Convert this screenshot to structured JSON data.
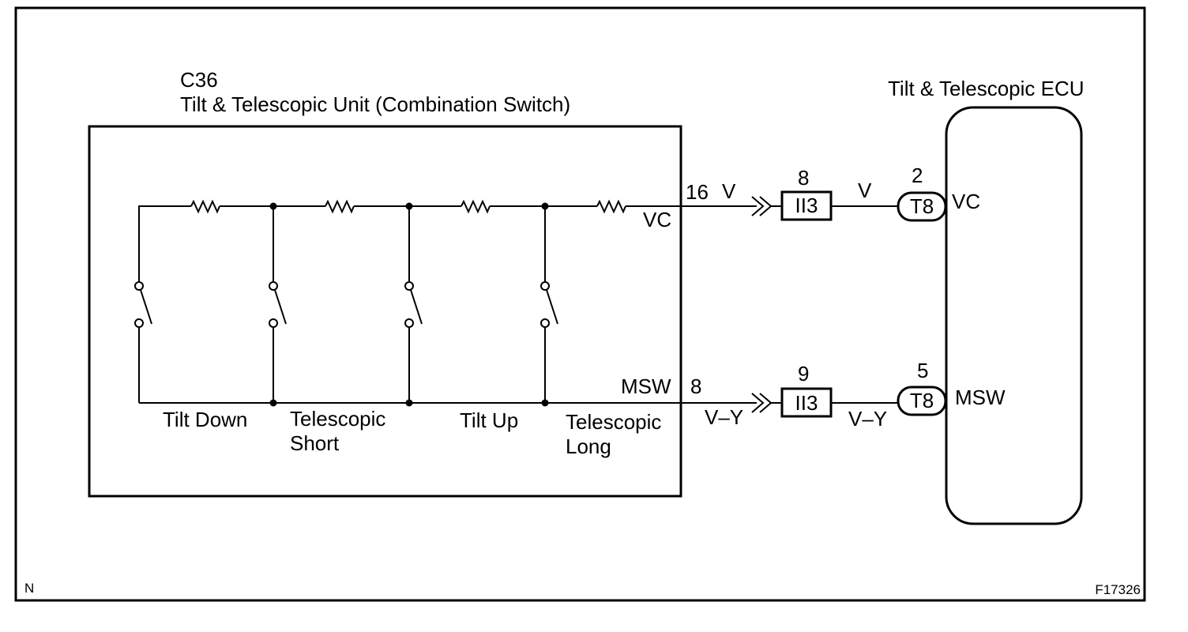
{
  "unit": {
    "code": "C36",
    "name": "Tilt & Telescopic Unit (Combination Switch)",
    "switches": {
      "tilt_down": "Tilt Down",
      "telescopic_short_1": "Telescopic",
      "telescopic_short_2": "Short",
      "tilt_up": "Tilt Up",
      "telescopic_long_1": "Telescopic",
      "telescopic_long_2": "Long"
    },
    "terminal_vc": "VC",
    "terminal_msw": "MSW"
  },
  "ecu": {
    "name": "Tilt & Telescopic ECU",
    "terminal_vc": "VC",
    "terminal_msw": "MSW"
  },
  "vc_circuit": {
    "unit_pin": "16",
    "wire_color_left": "V",
    "junction_pin": "8",
    "junction_connector": "II3",
    "wire_color_right": "V",
    "ecu_pin": "2",
    "ecu_connector": "T8"
  },
  "msw_circuit": {
    "unit_pin": "8",
    "wire_color_left": "V–Y",
    "junction_pin": "9",
    "junction_connector": "II3",
    "wire_color_right": "V–Y",
    "ecu_pin": "5",
    "ecu_connector": "T8"
  },
  "footer": {
    "corner_mark": "N",
    "figure_id": "F17326"
  }
}
